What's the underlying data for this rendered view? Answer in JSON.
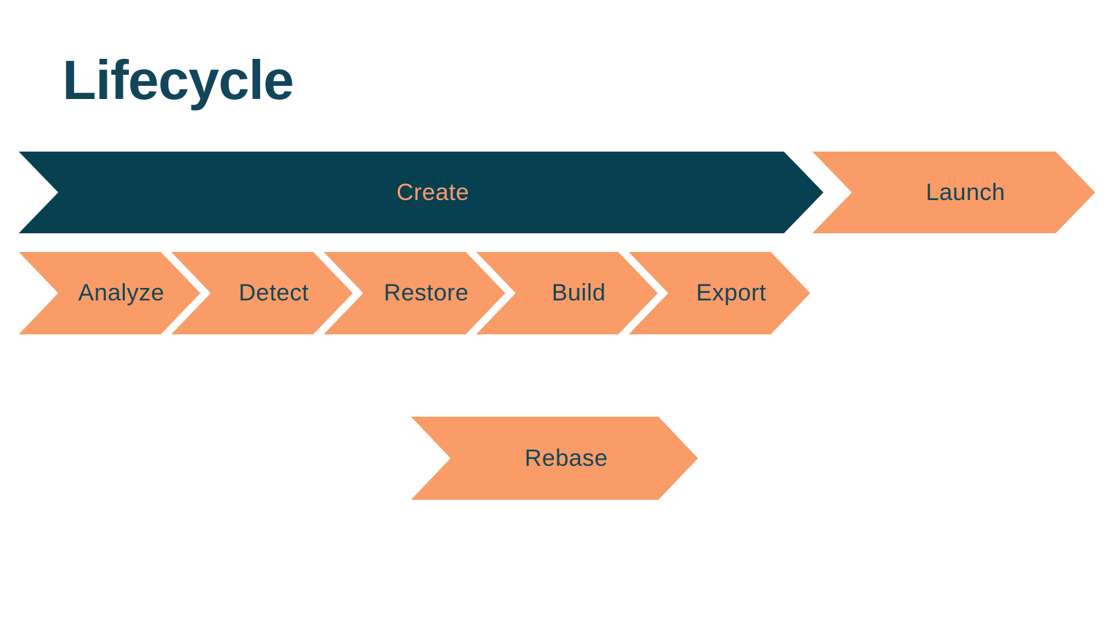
{
  "title": "Lifecycle",
  "colors": {
    "teal_fill": "#074050",
    "orange_fill": "#FA9C67",
    "title_text": "#12455A",
    "label_on_orange": "#14455A",
    "label_on_teal": "#F89C6D",
    "background": "#FFFFFF"
  },
  "flow": {
    "row_top": {
      "items": [
        {
          "label": "Create",
          "variant": "teal"
        },
        {
          "label": "Launch",
          "variant": "orange"
        }
      ]
    },
    "row_stages": {
      "items": [
        {
          "label": "Analyze"
        },
        {
          "label": "Detect"
        },
        {
          "label": "Restore"
        },
        {
          "label": "Build"
        },
        {
          "label": "Export"
        }
      ]
    },
    "row_loop": {
      "items": [
        {
          "label": "Rebase"
        }
      ]
    }
  }
}
